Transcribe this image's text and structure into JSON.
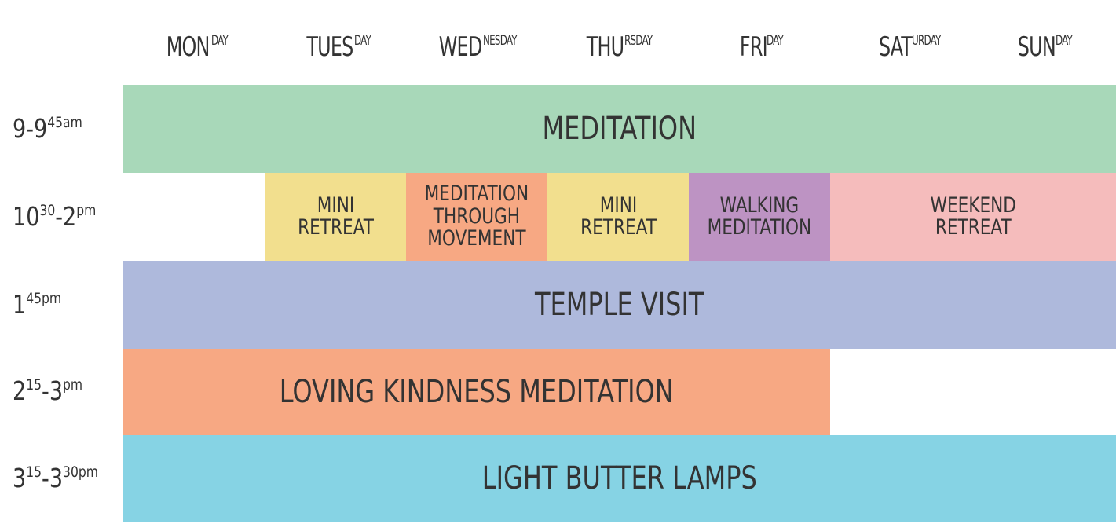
{
  "days": [
    {
      "main": "MON",
      "sup": "DAY"
    },
    {
      "main": "TUES",
      "sup": "DAY"
    },
    {
      "main": "WED",
      "sup": "NESDAY"
    },
    {
      "main": "THU",
      "sup": "RSDAY"
    },
    {
      "main": "FRI",
      "sup": "DAY"
    },
    {
      "main": "SAT",
      "sup": "URDAY"
    },
    {
      "main": "SUN",
      "sup": "DAY"
    }
  ],
  "times": [
    {
      "parts": [
        {
          "t": "9-9",
          "sup": false
        },
        {
          "t": "45am",
          "sup": true
        }
      ]
    },
    {
      "parts": [
        {
          "t": "10",
          "sup": false
        },
        {
          "t": "30",
          "sup": true
        },
        {
          "t": "-2",
          "sup": false
        },
        {
          "t": "pm",
          "sup": true
        }
      ]
    },
    {
      "parts": [
        {
          "t": "1",
          "sup": false
        },
        {
          "t": "45pm",
          "sup": true
        }
      ]
    },
    {
      "parts": [
        {
          "t": "2",
          "sup": false
        },
        {
          "t": "15",
          "sup": true
        },
        {
          "t": "-3",
          "sup": false
        },
        {
          "t": "pm",
          "sup": true
        }
      ]
    },
    {
      "parts": [
        {
          "t": "3",
          "sup": false
        },
        {
          "t": "15",
          "sup": true
        },
        {
          "t": "-3",
          "sup": false
        },
        {
          "t": "30pm",
          "sup": true
        }
      ]
    }
  ],
  "colors": {
    "meditation": "#a8d8b9",
    "mini_retreat": "#f2df8e",
    "movement": "#f7a883",
    "walking": "#bd93c3",
    "weekend": "#f5bcbc",
    "temple": "#aeb9dc",
    "loving": "#f7a883",
    "lamps": "#86d3e4"
  },
  "rows": {
    "row1": {
      "meditation": "MEDITATION"
    },
    "row2": {
      "mini_retreat_tue": "MINI\nRETREAT",
      "movement_wed": "MEDITATION\nTHROUGH\nMOVEMENT",
      "mini_retreat_thu": "MINI\nRETREAT",
      "walking_fri": "WALKING\nMEDITATION",
      "weekend_retreat": "WEEKEND\nRETREAT"
    },
    "row3": {
      "temple": "TEMPLE VISIT"
    },
    "row4": {
      "loving": "LOVING KINDNESS MEDITATION"
    },
    "row5": {
      "lamps": "LIGHT BUTTER LAMPS"
    }
  }
}
